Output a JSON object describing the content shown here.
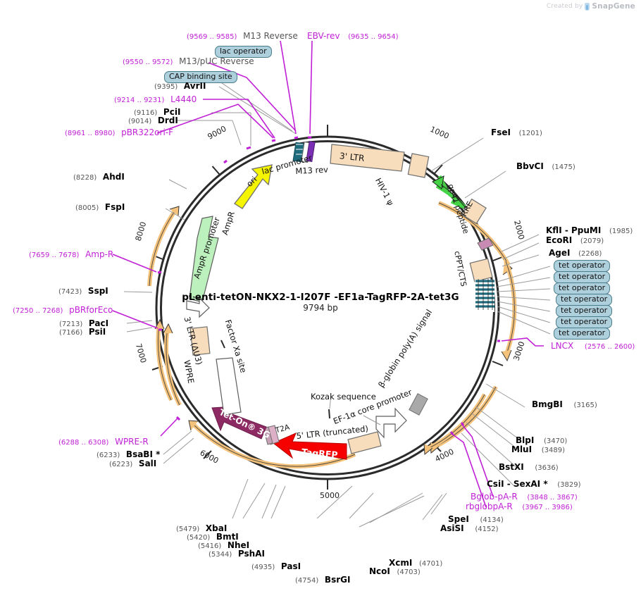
{
  "watermark": {
    "prefix": "Created by",
    "brand": "SnapGene",
    "logo_icon": "snapgene-logo-icon"
  },
  "plasmid": {
    "name": "pLenti-tetON-NKX2-1-I207F -EF1a-TagRFP-2A-tet3G",
    "size": "9794 bp",
    "length_bp": 9794
  },
  "ruler_ticks": [
    "1000",
    "2000",
    "3000",
    "4000",
    "5000",
    "6000",
    "7000",
    "8000",
    "9000"
  ],
  "features": [
    {
      "label": "3' LTR",
      "kind": "box-tan"
    },
    {
      "label": "HIV-1 ψ",
      "kind": "box-tan-small"
    },
    {
      "label": "RRE",
      "kind": "box-tan"
    },
    {
      "label": "gp41 peptide",
      "kind": "arrow-green"
    },
    {
      "label": "cPPT/CTS",
      "kind": "box-tan-small"
    },
    {
      "label": "β-globin poly(A) signal",
      "kind": "box-grey"
    },
    {
      "label": "EF-1α core promoter",
      "kind": "promoter-arrow"
    },
    {
      "label": "5' LTR (truncated)",
      "kind": "box-tan"
    },
    {
      "label": "Kozak sequence",
      "kind": "tick"
    },
    {
      "label": "TagRFP",
      "kind": "arrow-red"
    },
    {
      "label": "T2A",
      "kind": "box-pink"
    },
    {
      "label": "Tet-On® 3G",
      "kind": "arrow-purple"
    },
    {
      "label": "WPRE",
      "kind": "box-white"
    },
    {
      "label": "3' LTR (ΔU3)",
      "kind": "box-tan"
    },
    {
      "label": "Factor Xa site",
      "kind": "tick"
    },
    {
      "label": "AmpR",
      "kind": "arrow-green-light"
    },
    {
      "label": "AmpR promoter",
      "kind": "promoter-arrow"
    },
    {
      "label": "ori",
      "kind": "arrow-yellow"
    },
    {
      "label": "lac promoter",
      "kind": "promoter-small"
    },
    {
      "label": "M13 rev",
      "kind": "primer-mark"
    }
  ],
  "boxed_labels": [
    {
      "label": "lac operator"
    },
    {
      "label": "CAP binding site"
    }
  ],
  "tet_operators": [
    "tet operator",
    "tet operator",
    "tet operator",
    "tet operator",
    "tet operator",
    "tet operator",
    "tet operator"
  ],
  "enzymes_top": [
    {
      "pos": "(9395)",
      "name": "AvrII"
    },
    {
      "pos": "(9116)",
      "name": "PciI"
    },
    {
      "pos": "(9014)",
      "name": "DrdI"
    },
    {
      "pos": "(8228)",
      "name": "AhdI"
    },
    {
      "pos": "(8005)",
      "name": "FspI"
    },
    {
      "pos": "(7423)",
      "name": "SspI"
    },
    {
      "pos": "(7213)",
      "name": "PacI"
    },
    {
      "pos": "(7166)",
      "name": "PsiI"
    },
    {
      "pos": "(6233)",
      "name": "BsaBI *"
    },
    {
      "pos": "(6223)",
      "name": "SalI"
    }
  ],
  "enzymes_bottom": [
    {
      "pos": "(5479)",
      "name": "XbaI"
    },
    {
      "pos": "(5420)",
      "name": "BmtI"
    },
    {
      "pos": "(5416)",
      "name": "NheI"
    },
    {
      "pos": "(5344)",
      "name": "PshAI"
    },
    {
      "pos": "(4935)",
      "name": "PasI"
    },
    {
      "pos": "(4754)",
      "name": "BsrGI"
    },
    {
      "pos": "(4703)",
      "name": "NcoI"
    },
    {
      "pos": "(4701)",
      "name": "XcmI"
    }
  ],
  "enzymes_right": [
    {
      "name": "FseI",
      "pos": "(1201)"
    },
    {
      "name": "BbvCI",
      "pos": "(1475)"
    },
    {
      "name": "KflI  -  PpuMI",
      "pos": "(1985)"
    },
    {
      "name": "EcoRI",
      "pos": "(2079)"
    },
    {
      "name": "AgeI",
      "pos": "(2268)"
    },
    {
      "name": "BmgBI",
      "pos": "(3165)"
    },
    {
      "name": "BlpI",
      "pos": "(3470)"
    },
    {
      "name": "MluI",
      "pos": "(3489)"
    },
    {
      "name": "BstXI",
      "pos": "(3636)"
    },
    {
      "name": "CsiI  -  SexAI *",
      "pos": "(3829)"
    },
    {
      "name": "SpeI",
      "pos": "(4134)"
    },
    {
      "name": "AsiSI",
      "pos": "(4152)"
    }
  ],
  "primers": [
    {
      "pos": "(9569 .. 9585)",
      "name": "M13 Reverse"
    },
    {
      "name": "EBV-rev",
      "pos": "(9635 .. 9654)"
    },
    {
      "pos": "(9550 .. 9572)",
      "name": "M13/pUC Reverse"
    },
    {
      "pos": "(9214 .. 9231)",
      "name": "L4440"
    },
    {
      "pos": "(8961 .. 8980)",
      "name": "pBR322ori-F"
    },
    {
      "pos": "(7659 .. 7678)",
      "name": "Amp-R"
    },
    {
      "pos": "(7250 .. 7268)",
      "name": "pBRforEco"
    },
    {
      "pos": "(6288 .. 6308)",
      "name": "WPRE-R"
    },
    {
      "name": "LNCX",
      "pos": "(2576 .. 2600)"
    },
    {
      "name": "Bglob-pA-R",
      "pos": "(3848 .. 3867)"
    },
    {
      "name": "rbglobpA-R",
      "pos": "(3967 .. 3986)"
    }
  ],
  "colors": {
    "primer_purple": "#c01fd6",
    "backbone": "#2b2b2b",
    "tan": "#f7ddbb",
    "red": "#f60000",
    "purple_arrow": "#8e2a63",
    "yellow": "#f5f500",
    "light_green": "#bcf0bc",
    "green_arrow": "#46d246",
    "orange_arrow": "#f4c27a",
    "grey_box": "#a9a9a9",
    "teal_box": "#aecfdc"
  }
}
